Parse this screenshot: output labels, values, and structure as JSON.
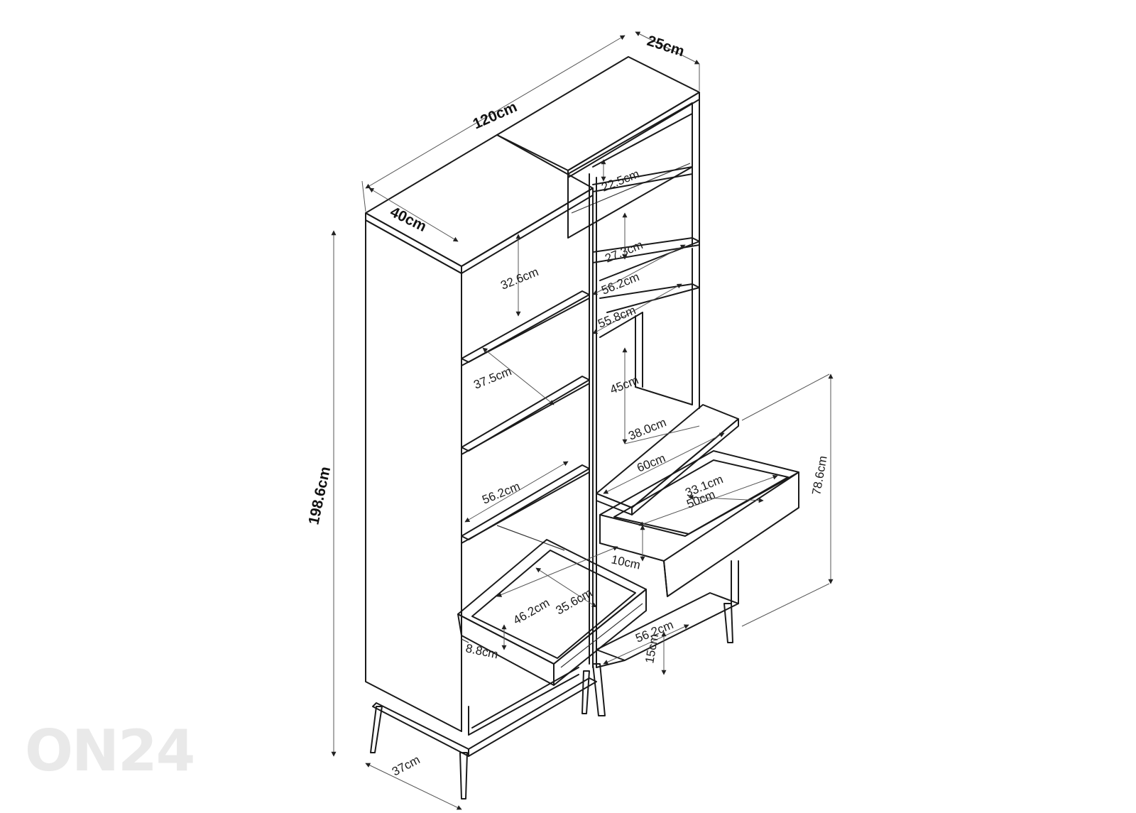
{
  "diagram": {
    "dimensions": {
      "total_width": "120cm",
      "depth_top": "25cm",
      "depth_tall": "40cm",
      "total_height": "198.6cm",
      "base_depth": "37cm",
      "upper_shelf_height": "22.5cm",
      "upper_shelf_height_2": "27.3cm",
      "upper_shelf_width": "56.2cm",
      "frame_width": "55.8cm",
      "tall_shelf_height_1": "32.6cm",
      "tall_shelf_height_2": "37.5cm",
      "tall_shelf_width": "56.2cm",
      "desk_opening_height": "45cm",
      "desk_depth": "38.0cm",
      "desk_width": "60cm",
      "desk_height": "78.6cm",
      "drawer_depth": "33.1cm",
      "drawer_width": "50cm",
      "drawer_height": "10cm",
      "left_drawer_width": "46.2cm",
      "left_drawer_depth": "35.6cm",
      "left_drawer_height": "8.8cm",
      "bottom_shelf_width": "56.2cm",
      "leg_height": "15cm"
    },
    "watermark": "ON24"
  }
}
